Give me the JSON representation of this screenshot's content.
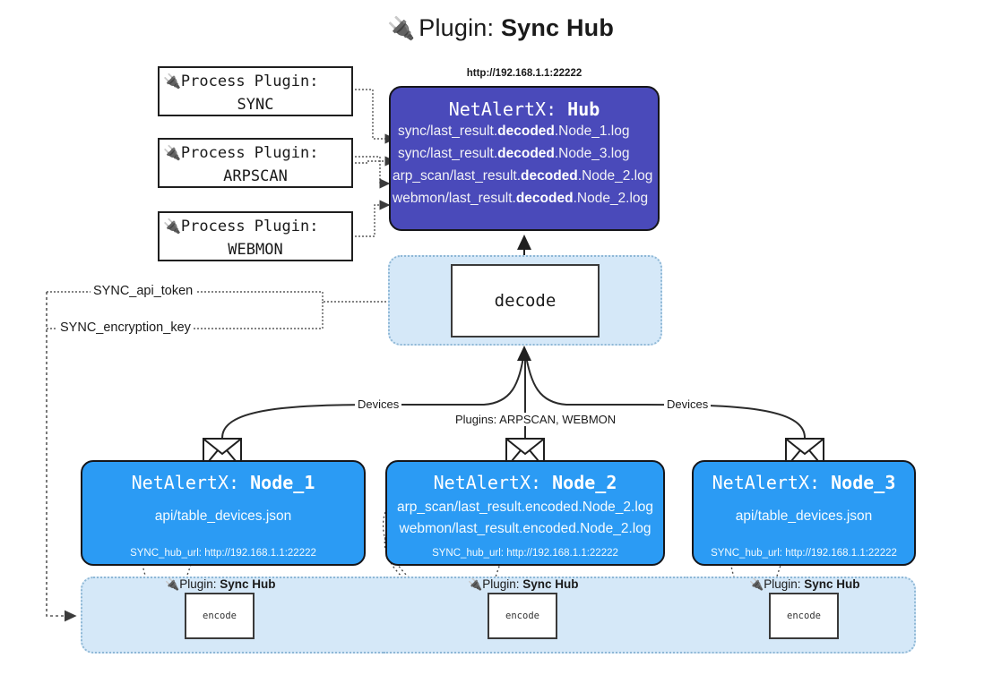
{
  "title": {
    "icon": "plug-icon",
    "prefix": "Plugin:",
    "name": "Sync Hub"
  },
  "process_plugins": [
    {
      "icon": "plug-icon",
      "line1": "Process Plugin:",
      "line2": "SYNC"
    },
    {
      "icon": "plug-icon",
      "line1": "Process Plugin:",
      "line2": "ARPSCAN"
    },
    {
      "icon": "plug-icon",
      "line1": "Process Plugin:",
      "line2": "WEBMON"
    }
  ],
  "hub": {
    "url": "http://192.168.1.1:22222",
    "title_prefix": "NetAlertX:",
    "title_name": "Hub",
    "lines": [
      {
        "pre": "sync/last_result.",
        "mid": "decoded",
        "post": ".Node_1.log"
      },
      {
        "pre": "sync/last_result.",
        "mid": "decoded",
        "post": ".Node_3.log"
      },
      {
        "pre": "arp_scan/last_result.",
        "mid": "decoded",
        "post": ".Node_2.log"
      },
      {
        "pre": "webmon/last_result.",
        "mid": "decoded",
        "post": ".Node_2.log"
      }
    ]
  },
  "decode": {
    "label": "decode"
  },
  "settings": {
    "api_token": "SYNC_api_token",
    "encryption_key": "SYNC_encryption_key"
  },
  "edge_labels": {
    "devices_left": "Devices",
    "devices_right": "Devices",
    "plugins": "Plugins: ARPSCAN, WEBMON"
  },
  "nodes": [
    {
      "title_prefix": "NetAlertX:",
      "title_name": "Node_1",
      "lines": [
        "api/table_devices.json"
      ],
      "hub_url_label": "SYNC_hub_url: http://192.168.1.1:22222"
    },
    {
      "title_prefix": "NetAlertX:",
      "title_name": "Node_2",
      "lines": [
        "arp_scan/last_result.encoded.Node_2.log",
        "webmon/last_result.encoded.Node_2.log"
      ],
      "hub_url_label": "SYNC_hub_url: http://192.168.1.1:22222"
    },
    {
      "title_prefix": "NetAlertX:",
      "title_name": "Node_3",
      "lines": [
        "api/table_devices.json"
      ],
      "hub_url_label": "SYNC_hub_url: http://192.168.1.1:22222"
    }
  ],
  "encode_sections": [
    {
      "plugin_prefix": "Plugin:",
      "plugin_name": "Sync Hub",
      "box_label": "encode"
    },
    {
      "plugin_prefix": "Plugin:",
      "plugin_name": "Sync Hub",
      "box_label": "encode"
    },
    {
      "plugin_prefix": "Plugin:",
      "plugin_name": "Sync Hub",
      "box_label": "encode"
    }
  ],
  "colors": {
    "hub_fill": "#4a4aba",
    "node_fill": "#2b9bf4",
    "container_fill": "#d5e8f8",
    "container_border": "#8fb8d6",
    "stroke": "#16161a"
  }
}
